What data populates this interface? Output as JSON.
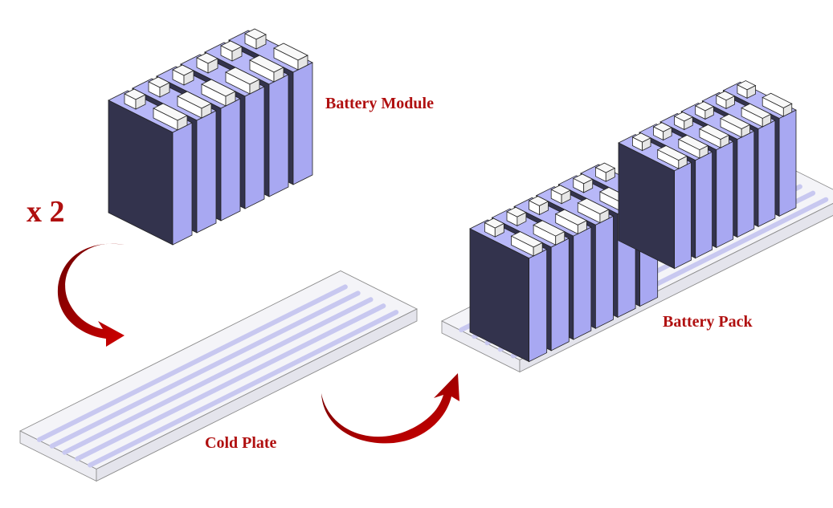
{
  "labels": {
    "battery_module": "Battery Module",
    "multiplier": "x 2",
    "cold_plate": "Cold Plate",
    "battery_pack": "Battery Pack"
  },
  "colors": {
    "label": "#b01010",
    "arrow": "#b00000",
    "cell_front": "#33334d",
    "cell_side": "#a8a8f2",
    "cell_top": "#b8b8f8",
    "terminal": "#ffffff",
    "plate": "#f4f4f8",
    "tube": "#c8c8f0"
  }
}
